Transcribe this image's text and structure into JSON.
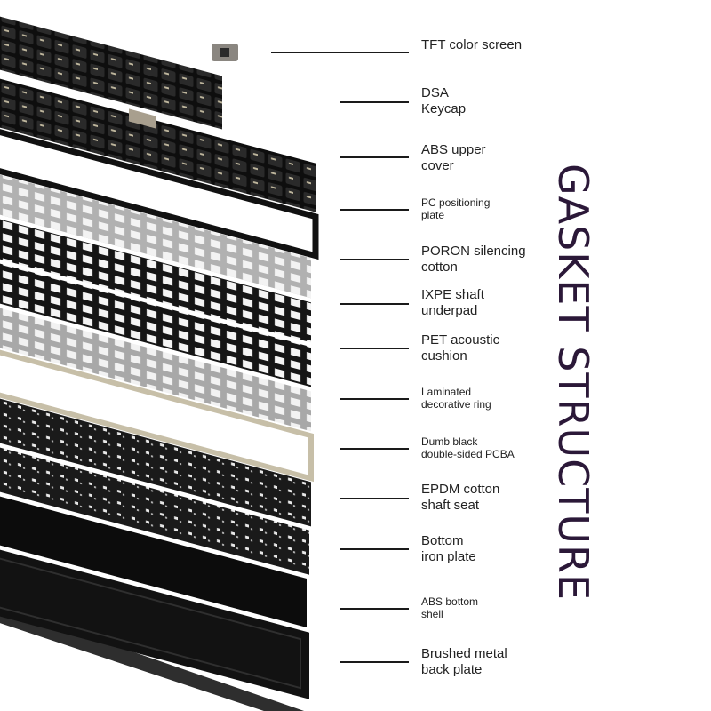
{
  "title": "GASKET STRUCTURE",
  "labels": [
    {
      "lines": [
        "TFT color screen"
      ],
      "size": "big"
    },
    {
      "lines": [
        "DSA",
        "Keycap"
      ],
      "size": "big"
    },
    {
      "lines": [
        "ABS upper",
        "cover"
      ],
      "size": "big"
    },
    {
      "lines": [
        "PC positioning",
        "plate"
      ],
      "size": "small"
    },
    {
      "lines": [
        "PORON silencing",
        "cotton"
      ],
      "size": "big"
    },
    {
      "lines": [
        "IXPE shaft",
        "underpad"
      ],
      "size": "big"
    },
    {
      "lines": [
        "PET acoustic",
        "cushion"
      ],
      "size": "big"
    },
    {
      "lines": [
        "Laminated",
        "decorative ring"
      ],
      "size": "small"
    },
    {
      "lines": [
        "Dumb black",
        "double-sided PCBA"
      ],
      "size": "small"
    },
    {
      "lines": [
        "EPDM cotton",
        "shaft seat"
      ],
      "size": "big"
    },
    {
      "lines": [
        "Bottom",
        "iron plate"
      ],
      "size": "big"
    },
    {
      "lines": [
        "ABS bottom",
        "shell"
      ],
      "size": "small"
    },
    {
      "lines": [
        "Brushed metal",
        "back plate"
      ],
      "size": "big"
    }
  ],
  "colors": {
    "text": "#222222",
    "title": "#2b1838",
    "leader": "#1a1a1a",
    "keycap_dark": "#1e1e1e",
    "keycap_mid": "#555555",
    "keycap_accent": "#a89f8e",
    "plate_gray": "#9a9a9a",
    "plate_dark": "#161616",
    "ring_gold": "#c7bfa8"
  }
}
